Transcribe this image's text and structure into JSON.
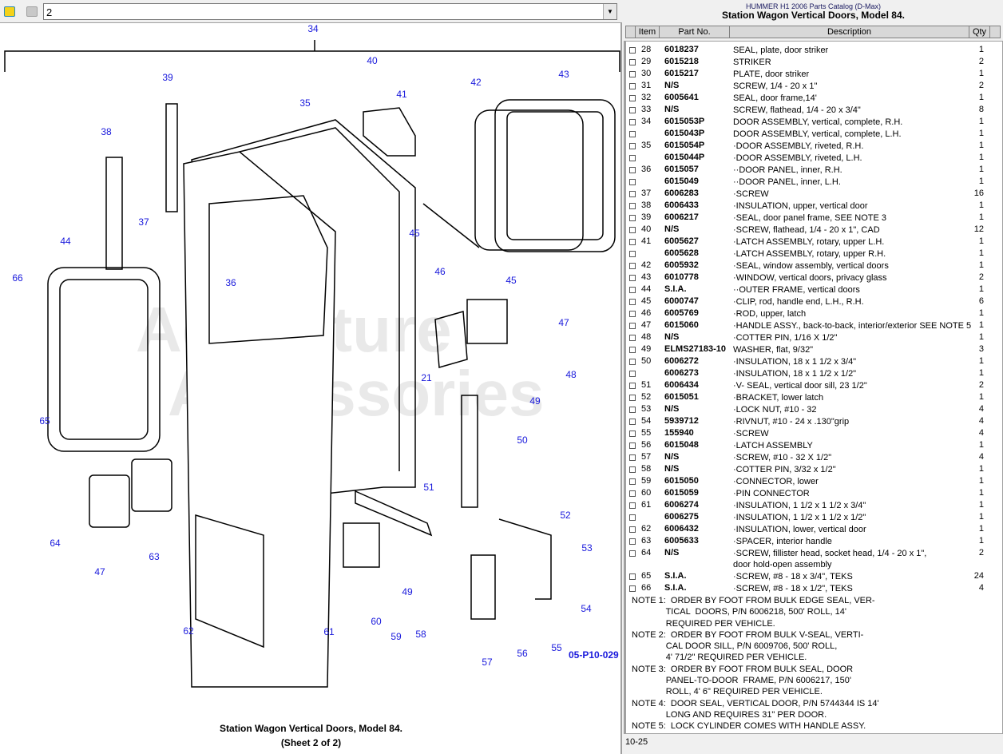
{
  "toolbar": {
    "combo_value": "2",
    "icons": [
      "back-arrow-icon",
      "forward-arrow-icon"
    ]
  },
  "diagram": {
    "callouts": [
      "34",
      "39",
      "40",
      "41",
      "42",
      "43",
      "35",
      "38",
      "37",
      "44",
      "36",
      "45",
      "46",
      "45",
      "66",
      "47",
      "65",
      "21",
      "48",
      "49",
      "50",
      "51",
      "52",
      "53",
      "54",
      "55",
      "56",
      "57",
      "58",
      "59",
      "60",
      "49",
      "61",
      "62",
      "63",
      "47",
      "64"
    ],
    "figure_id": "05-P10-029",
    "watermark": "Adventure Accessories",
    "caption_title": "Station Wagon Vertical Doors, Model 84.",
    "caption_sheet": "(Sheet 2 of 2)"
  },
  "catalog": {
    "subtitle": "HUMMER H1 2006 Parts Catalog (D-Max)",
    "title": "Station Wagon Vertical Doors, Model 84.",
    "columns": [
      "Item",
      "Part No.",
      "Description",
      "Qty"
    ],
    "rows": [
      {
        "item": "28",
        "part": "6018237",
        "desc": "SEAL, plate, door striker",
        "qty": "1"
      },
      {
        "item": "29",
        "part": "6015218",
        "desc": "STRIKER",
        "qty": "2"
      },
      {
        "item": "30",
        "part": "6015217",
        "desc": "PLATE, door striker",
        "qty": "1"
      },
      {
        "item": "31",
        "part": "N/S",
        "desc": "SCREW, 1/4 - 20 x 1\"",
        "qty": "2"
      },
      {
        "item": "32",
        "part": "6005641",
        "desc": "SEAL, door frame,14'",
        "qty": "1"
      },
      {
        "item": "33",
        "part": "N/S",
        "desc": "SCREW, flathead, 1/4 - 20 x 3/4\"",
        "qty": "8"
      },
      {
        "item": "34",
        "part": "6015053P",
        "desc": "DOOR ASSEMBLY, vertical, complete, R.H.",
        "qty": "1"
      },
      {
        "item": "",
        "part": "6015043P",
        "desc": "DOOR ASSEMBLY, vertical, complete, L.H.",
        "qty": "1"
      },
      {
        "item": "35",
        "part": "6015054P",
        "desc": "·DOOR ASSEMBLY, riveted, R.H.",
        "qty": "1"
      },
      {
        "item": "",
        "part": "6015044P",
        "desc": "·DOOR ASSEMBLY, riveted, L.H.",
        "qty": "1"
      },
      {
        "item": "36",
        "part": "6015057",
        "desc": "··DOOR PANEL, inner, R.H.",
        "qty": "1"
      },
      {
        "item": "",
        "part": "6015049",
        "desc": "··DOOR PANEL, inner, L.H.",
        "qty": "1"
      },
      {
        "item": "37",
        "part": "6006283",
        "desc": "·SCREW",
        "qty": "16"
      },
      {
        "item": "38",
        "part": "6006433",
        "desc": "·INSULATION, upper, vertical door",
        "qty": "1"
      },
      {
        "item": "39",
        "part": "6006217",
        "desc": "·SEAL, door panel frame, SEE NOTE 3",
        "qty": "1"
      },
      {
        "item": "40",
        "part": "N/S",
        "desc": "·SCREW, flathead, 1/4 - 20 x 1\", CAD",
        "qty": "12"
      },
      {
        "item": "41",
        "part": "6005627",
        "desc": "·LATCH ASSEMBLY, rotary, upper L.H.",
        "qty": "1"
      },
      {
        "item": "",
        "part": "6005628",
        "desc": "·LATCH ASSEMBLY, rotary, upper R.H.",
        "qty": "1"
      },
      {
        "item": "42",
        "part": "6005932",
        "desc": "·SEAL, window assembly, vertical doors",
        "qty": "1"
      },
      {
        "item": "43",
        "part": "6010778",
        "desc": "·WINDOW, vertical doors, privacy glass",
        "qty": "2"
      },
      {
        "item": "44",
        "part": "S.I.A.",
        "desc": "··OUTER FRAME, vertical doors",
        "qty": "1"
      },
      {
        "item": "45",
        "part": "6000747",
        "desc": "·CLIP, rod, handle end, L.H., R.H.",
        "qty": "6"
      },
      {
        "item": "46",
        "part": "6005769",
        "desc": "·ROD, upper, latch",
        "qty": "1"
      },
      {
        "item": "47",
        "part": "6015060",
        "desc": "·HANDLE ASSY., back-to-back, interior/exterior SEE NOTE 5",
        "qty": "1"
      },
      {
        "item": "48",
        "part": "N/S",
        "desc": "·COTTER PIN, 1/16 X 1/2\"",
        "qty": "1"
      },
      {
        "item": "49",
        "part": "ELMS27183-10",
        "desc": "WASHER, flat, 9/32\"",
        "qty": "3"
      },
      {
        "item": "50",
        "part": "6006272",
        "desc": "·INSULATION, 18 x 1 1/2 x 3/4\"",
        "qty": "1"
      },
      {
        "item": "",
        "part": "6006273",
        "desc": "·INSULATION, 18 x 1 1/2 x 1/2\"",
        "qty": "1"
      },
      {
        "item": "51",
        "part": "6006434",
        "desc": "·V- SEAL, vertical door sill, 23 1/2\"",
        "qty": "2"
      },
      {
        "item": "52",
        "part": "6015051",
        "desc": "·BRACKET, lower latch",
        "qty": "1"
      },
      {
        "item": "53",
        "part": "N/S",
        "desc": "·LOCK NUT, #10 - 32",
        "qty": "4"
      },
      {
        "item": "54",
        "part": "5939712",
        "desc": "·RIVNUT, #10 - 24 x .130\"grip",
        "qty": "4"
      },
      {
        "item": "55",
        "part": "155940",
        "desc": "·SCREW",
        "qty": "4"
      },
      {
        "item": "56",
        "part": "6015048",
        "desc": "·LATCH ASSEMBLY",
        "qty": "1"
      },
      {
        "item": "57",
        "part": "N/S",
        "desc": "·SCREW, #10 - 32 X 1/2\"",
        "qty": "4"
      },
      {
        "item": "58",
        "part": "N/S",
        "desc": "·COTTER PIN, 3/32 x 1/2\"",
        "qty": "1"
      },
      {
        "item": "59",
        "part": "6015050",
        "desc": "·CONNECTOR, lower",
        "qty": "1"
      },
      {
        "item": "60",
        "part": "6015059",
        "desc": "·PIN CONNECTOR",
        "qty": "1"
      },
      {
        "item": "61",
        "part": "6006274",
        "desc": "·INSULATION, 1 1/2 x 1 1/2 x 3/4\"",
        "qty": "1"
      },
      {
        "item": "",
        "part": "6006275",
        "desc": "·INSULATION, 1 1/2 x 1 1/2 x 1/2\"",
        "qty": "1"
      },
      {
        "item": "62",
        "part": "6006432",
        "desc": "·INSULATION, lower, vertical door",
        "qty": "1"
      },
      {
        "item": "63",
        "part": "6005633",
        "desc": "·SPACER, interior handle",
        "qty": "1"
      },
      {
        "item": "64",
        "part": "N/S",
        "desc": "·SCREW, fillister head, socket head, 1/4 - 20 x 1\",\ndoor hold-open assembly",
        "qty": "2"
      },
      {
        "item": "65",
        "part": "S.I.A.",
        "desc": "·SCREW, #8 - 18 x 3/4\", TEKS",
        "qty": "24"
      },
      {
        "item": "66",
        "part": "S.I.A.",
        "desc": "·SCREW, #8 - 18 x 1/2\", TEKS",
        "qty": "4"
      }
    ],
    "notes": [
      "NOTE 1:  ORDER BY FOOT FROM BULK EDGE SEAL, VER-\n              TICAL  DOORS, P/N 6006218, 500' ROLL, 14'\n              REQUIRED PER VEHICLE.",
      "NOTE 2:  ORDER BY FOOT FROM BULK V-SEAL, VERTI-\n              CAL DOOR SILL, P/N 6009706, 500' ROLL,\n              4' 71/2\" REQUIRED PER VEHICLE.",
      "NOTE 3:  ORDER BY FOOT FROM BULK SEAL, DOOR\n              PANEL-TO-DOOR  FRAME, P/N 6006217, 150'\n              ROLL, 4' 6\" REQUIRED PER VEHICLE.",
      "NOTE 4:  DOOR SEAL, VERTICAL DOOR, P/N 5744344 IS 14'\n              LONG AND REQUIRES 31\" PER DOOR.",
      "NOTE 5:  LOCK CYLINDER COMES WITH HANDLE ASSY."
    ],
    "page": "10-25"
  }
}
